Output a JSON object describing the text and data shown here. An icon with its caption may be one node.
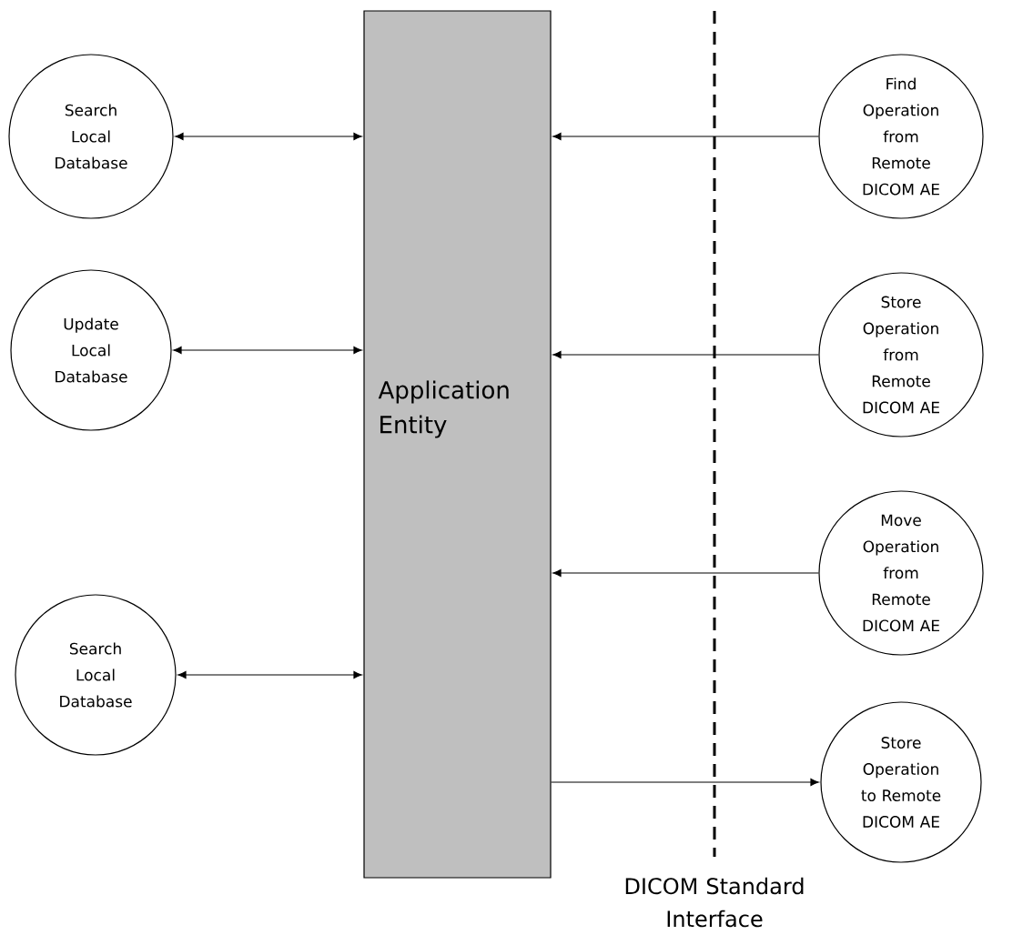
{
  "diagram": {
    "nodes": [
      {
        "text": [
          "Search Local Database"
        ]
      },
      {
        "text": [
          "Update Local Database"
        ]
      },
      {
        "text": [
          "Search Local Database"
        ]
      },
      {
        "text": [
          "Application Entity"
        ]
      },
      {
        "text": [
          "Find Operation from Remote DICOM AE"
        ]
      },
      {
        "text": [
          "Store Operation from Remote DICOM AE"
        ]
      },
      {
        "text": [
          "Move Operation from Remote DICOM AE"
        ]
      },
      {
        "text": [
          "Store Operation to Remote DICOM AE"
        ]
      }
    ],
    "edges": [
      {
        "from": 0,
        "to": 3,
        "arrow": "both"
      },
      {
        "from": 1,
        "to": 3,
        "arrow": "both"
      },
      {
        "from": 2,
        "to": 3,
        "arrow": "both"
      },
      {
        "from": 4,
        "to": 3,
        "arrow": "to"
      },
      {
        "from": 5,
        "to": 3,
        "arrow": "to"
      },
      {
        "from": 6,
        "to": 3,
        "arrow": "to"
      },
      {
        "from": 3,
        "to": 7,
        "arrow": "to"
      }
    ],
    "labels": [
      "DICOM Standard Interface"
    ]
  }
}
